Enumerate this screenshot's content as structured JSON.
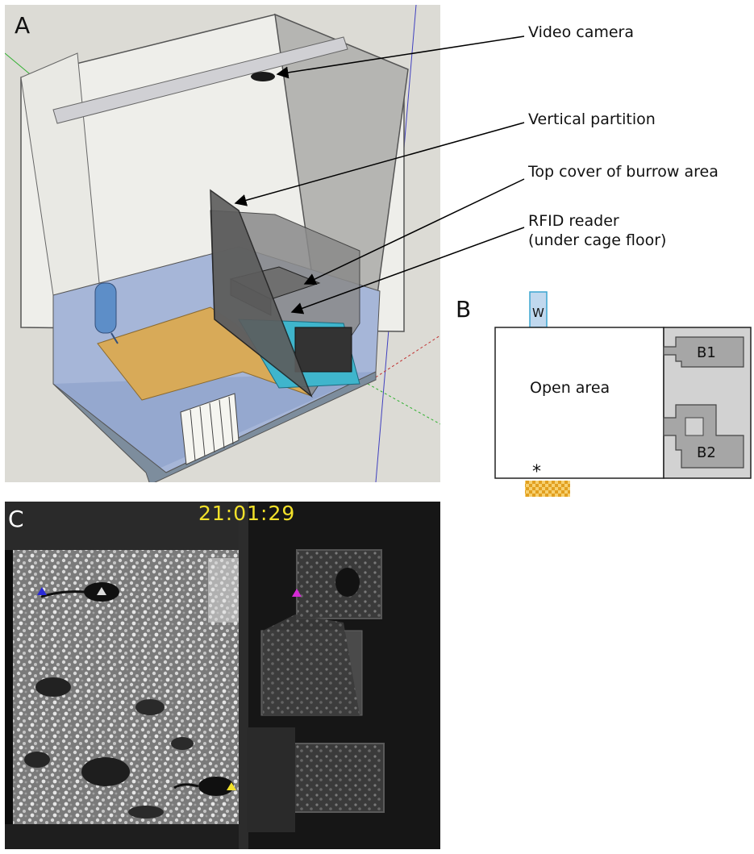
{
  "panels": {
    "a": {
      "letter": "A"
    },
    "b": {
      "letter": "B"
    },
    "c": {
      "letter": "C"
    }
  },
  "callouts": {
    "camera": "Video camera",
    "partition": "Vertical partition",
    "cover": "Top cover of burrow area",
    "rfid": "RFID reader\n(under cage floor)"
  },
  "schematic": {
    "water": "W",
    "open_area": "Open area",
    "burrow1": "B1",
    "burrow2": "B2",
    "marker": "*"
  },
  "video": {
    "timestamp": "21:01:29",
    "markers": [
      {
        "name": "blue",
        "color": "#2a2ad8"
      },
      {
        "name": "white",
        "color": "#dcdcdc"
      },
      {
        "name": "magenta",
        "color": "#d42ad4"
      },
      {
        "name": "yellow",
        "color": "#f2e12a"
      }
    ]
  },
  "colors": {
    "water_bottle": "#9ec9ea",
    "rfid_pad": "#f0b428",
    "burrow_fill": "#a6a6a6"
  }
}
